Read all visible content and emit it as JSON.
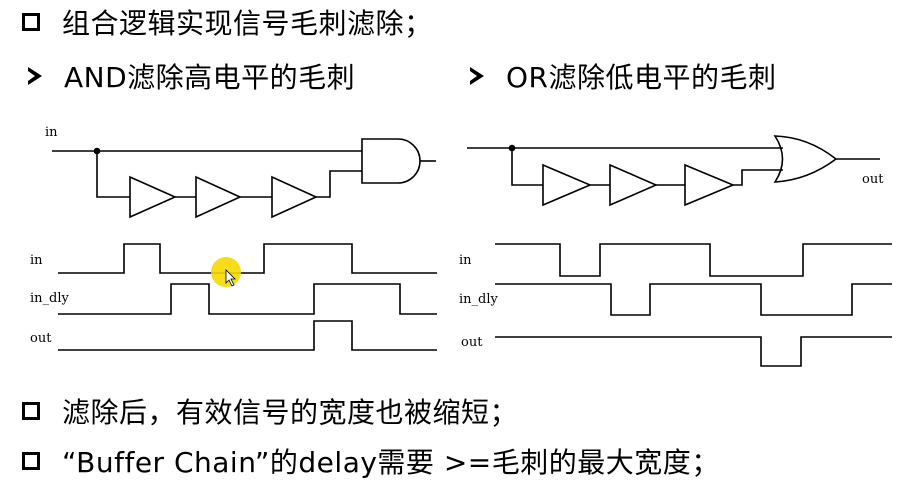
{
  "bullets": {
    "b1": "组合逻辑实现信号毛刺滤除；",
    "b2": "AND滤除高电平的毛刺",
    "b3": "OR滤除低电平的毛刺",
    "b4": "滤除后，有效信号的宽度也被缩短；",
    "b5": "“Buffer Chain”的delay需要 >=毛刺的最大宽度；"
  },
  "icons": {
    "bullet_primary": "checkbox-icon",
    "bullet_secondary": "arrow-right-icon",
    "and_gate": "and-gate-icon",
    "or_gate": "or-gate-icon",
    "buffer": "buffer-icon"
  },
  "and_circuit": {
    "input_label": "in"
  },
  "or_circuit": {
    "output_label": "out"
  },
  "and_waveforms": {
    "labels": {
      "in": "in",
      "in_dly": "in_dly",
      "out": "out"
    }
  },
  "or_waveforms": {
    "labels": {
      "in": "in",
      "in_dly": "in_dly",
      "out": "out"
    }
  },
  "colors": {
    "cursor_highlight": "#f5d800"
  }
}
